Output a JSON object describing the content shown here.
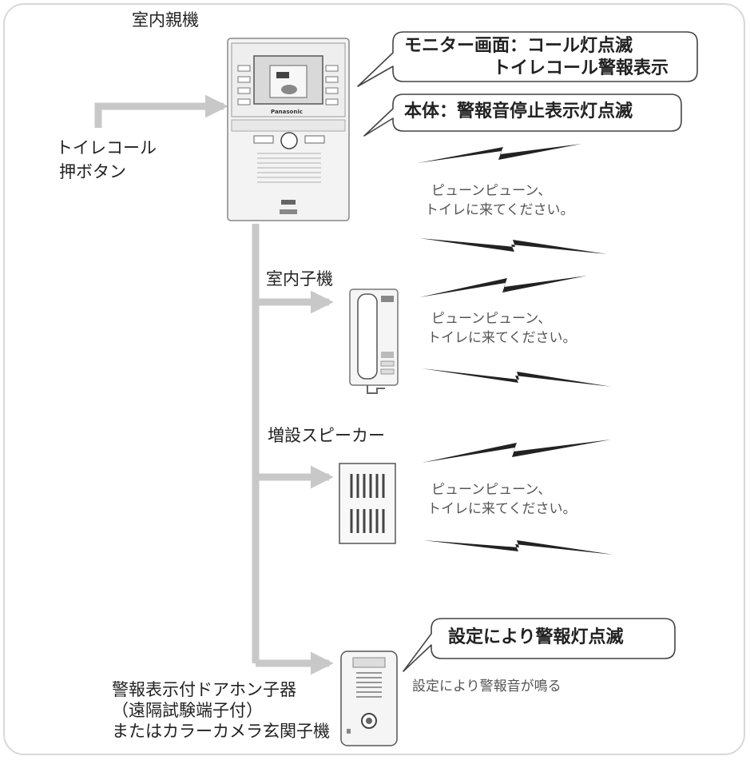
{
  "labels": {
    "main_unit": "室内親機",
    "toilet_button_line1": "トイレコール",
    "toilet_button_line2": "押ボタン",
    "sub_unit": "室内子機",
    "speaker": "増設スピーカー",
    "door_line1": "警報表示付ドアホン子器",
    "door_line2": "（遠隔試験端子付）",
    "door_line3": "またはカラーカメラ玄関子機"
  },
  "bubbles": {
    "monitor_line1": "モニター画面：コール灯点滅",
    "monitor_line2": "トイレコール警報表示",
    "body": "本体：警報音停止表示灯点滅",
    "door": "設定により警報灯点滅"
  },
  "sounds": {
    "main_line1": "ピューンピューン、",
    "main_line2": "トイレに来てください。",
    "sub_line1": "ピューンピューン、",
    "sub_line2": "トイレに来てください。",
    "speaker_line1": "ピューンピューン、",
    "speaker_line2": "トイレに来てください。",
    "door": "設定により警報音が鳴る"
  },
  "device_text": {
    "brand": "Panasonic"
  }
}
